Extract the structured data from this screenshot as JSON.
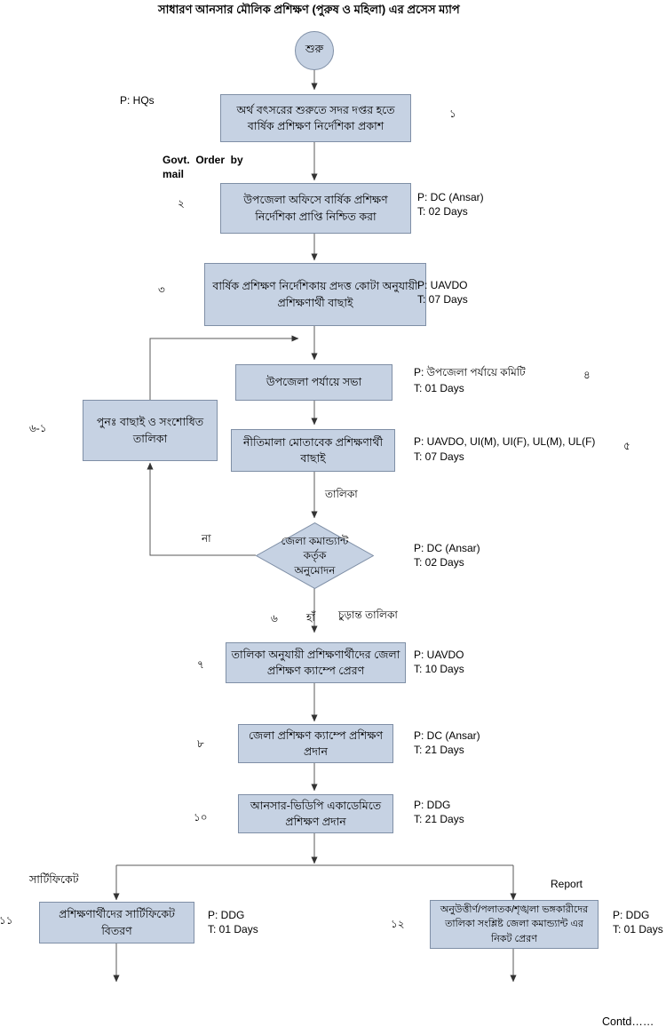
{
  "title": "সাধারণ আনসার মৌলিক প্রশিক্ষণ (পুরুষ ও মহিলা) এর প্রসেস ম্যাপ",
  "footer": "Contd……",
  "colors": {
    "node_fill": "#c6d2e3",
    "node_border": "#7f8fa6",
    "line": "#595959",
    "text": "#000000"
  },
  "nodes": {
    "start": {
      "label": "শুরু"
    },
    "step1": {
      "label": "অর্থ বৎসরের শুরুতে সদর দপ্তর হতে বার্ষিক প্রশিক্ষণ নির্দেশিকা প্রকাশ",
      "number": "১",
      "role": "P: HQs"
    },
    "step2": {
      "label": "উপজেলা অফিসে বার্ষিক প্রশিক্ষণ নির্দেশিকা প্রাপ্তি নিশ্চিত করা",
      "number": "২",
      "role": "P: DC (Ansar)",
      "time": "T: 02 Days"
    },
    "step3": {
      "label": "বার্ষিক প্রশিক্ষণ নির্দেশিকায় প্রদত্ত কোটা অনুযায়ী প্রশিক্ষণার্থী বাছাই",
      "number": "৩",
      "role": "P: UAVDO",
      "time": "T: 07 Days"
    },
    "step4": {
      "label": "উপজেলা পর্যায়ে সভা",
      "number": "৪",
      "role": "P: উপজেলা পর্যায়ে কমিটি",
      "time": "T: 01 Days"
    },
    "step5": {
      "label": "নীতিমালা মোতাবেক প্রশিক্ষণার্থী বাছাই",
      "number": "৫",
      "role": "P: UAVDO, UI(M), UI(F), UL(M), UL(F)",
      "time": "T: 07 Days"
    },
    "step6_1": {
      "label": "পুনঃ  বাছাই ও সংশোধিত তালিকা",
      "number": "৬-১"
    },
    "decision": {
      "label": "জেলা কমান্ড্যান্ট\nকর্তৃক\nঅনুমোদন",
      "number": "৬",
      "role": "P: DC (Ansar)",
      "time": "T: 02 Days"
    },
    "step7": {
      "label": "তালিকা অনুযায়ী প্রশিক্ষণার্থীদের জেলা প্রশিক্ষণ ক্যাম্পে প্রেরণ",
      "number": "৭",
      "role": "P: UAVDO",
      "time": "T: 10 Days"
    },
    "step8": {
      "label": "জেলা প্রশিক্ষণ ক্যাম্পে প্রশিক্ষণ প্রদান",
      "number": "৮",
      "role": "P: DC (Ansar)",
      "time": "T: 21 Days"
    },
    "step10": {
      "label": "আনসার-ভিডিপি একাডেমিতে প্রশিক্ষণ প্রদান",
      "number": "১০",
      "role": "P: DDG",
      "time": "T: 21 Days"
    },
    "step11": {
      "label": "প্রশিক্ষণার্থীদের  সার্টিফিকেট বিতরণ",
      "number": "১১",
      "role": "P: DDG",
      "time": "T: 01 Days"
    },
    "step12": {
      "label": "অনুউত্তীর্ণ/পলাতক/শৃঙ্খলা ভঙ্গকারীদের তালিকা সংশ্লিষ্ট  জেলা কমান্ড্যান্ট এর নিকট প্রেরণ",
      "number": "১২",
      "role": "P: DDG",
      "time": "T: 01 Days"
    }
  },
  "edge_labels": {
    "govt_order": "Govt.  Order  by\nmail",
    "talika": "তালিকা",
    "na": "না",
    "ha": "হাঁ",
    "churanto_talika": "চুড়ান্ত তালিকা",
    "certificate": "সার্টিফিকেট",
    "report": "Report"
  }
}
